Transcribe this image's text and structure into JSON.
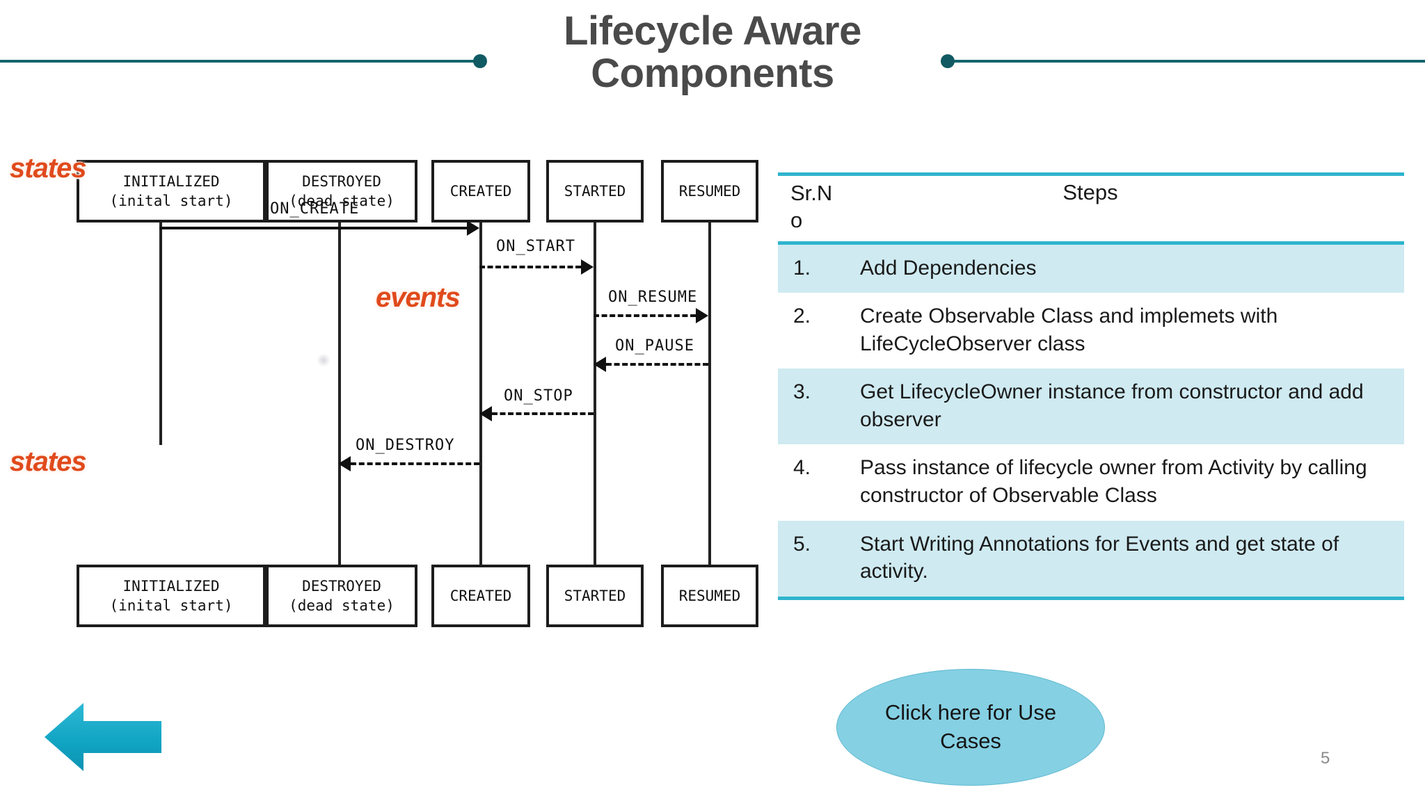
{
  "slide": {
    "title": "Lifecycle Aware\nComponents",
    "title_line1": "Lifecycle Aware",
    "title_line2": "Components",
    "page_number": "5",
    "accent_teal": "#14656e",
    "accent_cyan": "#2fb4ce",
    "row_shade": "#cfeaf1",
    "ellipse_fill": "#85d0e3",
    "arrow_fill": "#18a8c4",
    "wordart_color": "#e04a1c"
  },
  "diagram": {
    "label_states_top": "states",
    "label_states_bottom": "states",
    "label_events": "events",
    "states_top": [
      {
        "name": "INITIALIZED",
        "sub": "(inital start)"
      },
      {
        "name": "DESTROYED",
        "sub": "(dead state)"
      },
      {
        "name": "CREATED",
        "sub": ""
      },
      {
        "name": "STARTED",
        "sub": ""
      },
      {
        "name": "RESUMED",
        "sub": ""
      }
    ],
    "states_bottom": [
      {
        "name": "INITIALIZED",
        "sub": "(inital start)"
      },
      {
        "name": "DESTROYED",
        "sub": "(dead state)"
      },
      {
        "name": "CREATED",
        "sub": ""
      },
      {
        "name": "STARTED",
        "sub": ""
      },
      {
        "name": "RESUMED",
        "sub": ""
      }
    ],
    "events": [
      {
        "label": "ON_CREATE",
        "style": "solid",
        "direction": "right"
      },
      {
        "label": "ON_START",
        "style": "dashed",
        "direction": "right"
      },
      {
        "label": "ON_RESUME",
        "style": "dashed",
        "direction": "right"
      },
      {
        "label": "ON_PAUSE",
        "style": "dashed",
        "direction": "left"
      },
      {
        "label": "ON_STOP",
        "style": "dashed",
        "direction": "left"
      },
      {
        "label": "ON_DESTROY",
        "style": "dashed",
        "direction": "left"
      }
    ]
  },
  "table": {
    "columns": [
      "Sr.No",
      "Steps"
    ],
    "header_srno_line1": "Sr.N",
    "header_srno_line2": "o",
    "header_steps": "Steps",
    "rows": [
      {
        "num": "1.",
        "step": "Add Dependencies"
      },
      {
        "num": "2.",
        "step": "Create Observable Class and implemets with LifeCycleObserver class"
      },
      {
        "num": "3.",
        "step": "Get LifecycleOwner instance from constructor and add observer"
      },
      {
        "num": "4.",
        "step": "Pass instance of lifecycle owner from Activity by calling constructor of Observable Class"
      },
      {
        "num": "5.",
        "step": "Start Writing Annotations for Events and get state of activity."
      }
    ]
  },
  "actions": {
    "use_cases_button": "Click here for Use Cases",
    "back_arrow": "back-arrow"
  }
}
